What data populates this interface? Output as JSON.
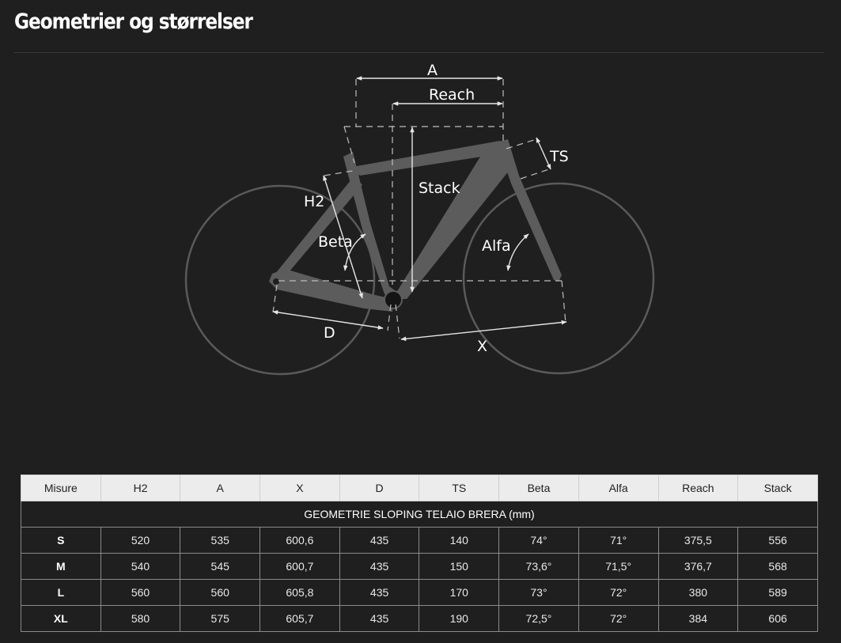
{
  "page": {
    "title": "Geometrier og størrelser"
  },
  "diagram": {
    "labels": {
      "a": "A",
      "reach": "Reach",
      "stack": "Stack",
      "ts": "TS",
      "h2": "H2",
      "beta": "Beta",
      "alfa": "Alfa",
      "d": "D",
      "x": "X"
    },
    "colors": {
      "frame": "#5c5c5c",
      "wheel": "#5a5a5a",
      "dimension": "#e0e0e0",
      "background": "#1f1f1f"
    }
  },
  "table": {
    "headers": [
      "Misure",
      "H2",
      "A",
      "X",
      "D",
      "TS",
      "Beta",
      "Alfa",
      "Reach",
      "Stack"
    ],
    "caption": "GEOMETRIE SLOPING TELAIO BRERA (mm)",
    "rows": [
      [
        "S",
        "520",
        "535",
        "600,6",
        "435",
        "140",
        "74°",
        "71°",
        "375,5",
        "556"
      ],
      [
        "M",
        "540",
        "545",
        "600,7",
        "435",
        "150",
        "73,6°",
        "71,5°",
        "376,7",
        "568"
      ],
      [
        "L",
        "560",
        "560",
        "605,8",
        "435",
        "170",
        "73°",
        "72°",
        "380",
        "589"
      ],
      [
        "XL",
        "580",
        "575",
        "605,7",
        "435",
        "190",
        "72,5°",
        "72°",
        "384",
        "606"
      ]
    ]
  }
}
